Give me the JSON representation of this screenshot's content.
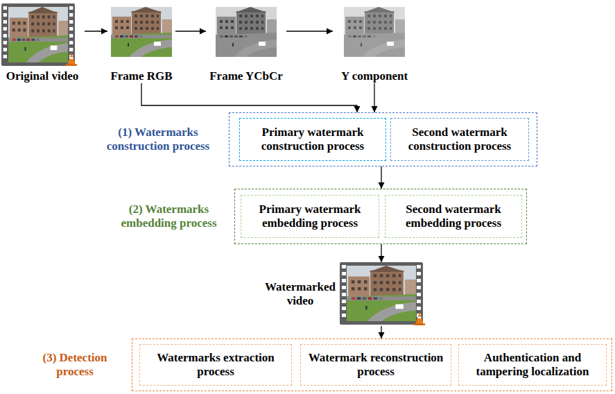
{
  "diagram": {
    "nodes": [
      {
        "text": [
          "Original video"
        ]
      },
      {
        "text": [
          "Frame RGB"
        ]
      },
      {
        "text": [
          "Frame YCbCr"
        ]
      },
      {
        "text": [
          "Y component"
        ]
      },
      {
        "text": [
          "(1) Watermarks construction process"
        ]
      },
      {
        "text": [
          "Primary watermark construction process"
        ],
        "in": 4
      },
      {
        "text": [
          "Second watermark construction process"
        ],
        "in": 4
      },
      {
        "text": [
          "(2) Watermarks embedding process"
        ]
      },
      {
        "text": [
          "Primary watermark embedding process"
        ],
        "in": 7
      },
      {
        "text": [
          "Second watermark embedding process"
        ],
        "in": 7
      },
      {
        "text": [
          "Watermarked video"
        ]
      },
      {
        "text": [
          "(3) Detection process"
        ]
      },
      {
        "text": [
          "Watermarks extraction process"
        ],
        "in": 11
      },
      {
        "text": [
          "Watermark reconstruction process"
        ],
        "in": 11
      },
      {
        "text": [
          "Authentication and tampering localization"
        ],
        "in": 11
      }
    ],
    "edges": [
      {
        "from": 0,
        "to": 1,
        "arrow": "to"
      },
      {
        "from": 1,
        "to": 2,
        "arrow": "to"
      },
      {
        "from": 2,
        "to": 3,
        "arrow": "to"
      },
      {
        "from": 1,
        "to": 4,
        "arrow": "to"
      },
      {
        "from": 3,
        "to": 4,
        "arrow": "to"
      },
      {
        "from": 4,
        "to": 7,
        "arrow": "to"
      },
      {
        "from": 7,
        "to": 10,
        "arrow": "to"
      },
      {
        "from": 10,
        "to": 11,
        "arrow": "to"
      }
    ]
  }
}
